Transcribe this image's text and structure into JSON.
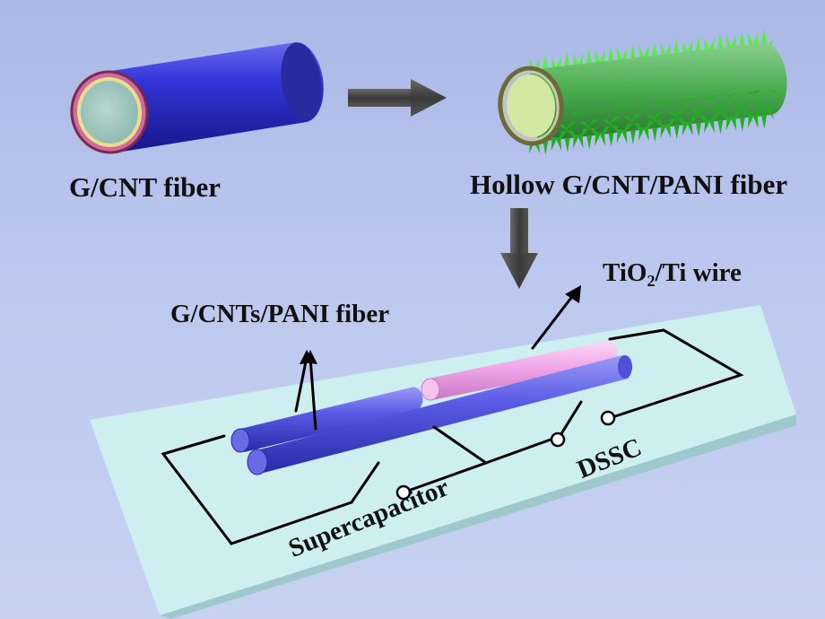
{
  "labels": {
    "gcnt_fiber": "G/CNT fiber",
    "hollow_fiber": "Hollow G/CNT/PANI fiber",
    "gcnts_pani_fiber": "G/CNTs/PANI fiber",
    "tio2_prefix": "TiO",
    "tio2_sub": "2",
    "tio2_suffix": "/Ti wire",
    "supercapacitor": "Supercapacitor",
    "dssc": "DSSC"
  },
  "colors": {
    "fiber_blue": "#3c3ad0",
    "pani_green": "#33dd33",
    "tio2_pink": "#f0a6e8",
    "substrate": "#cdeff0",
    "arrow_gray": "#4a4a4a"
  }
}
